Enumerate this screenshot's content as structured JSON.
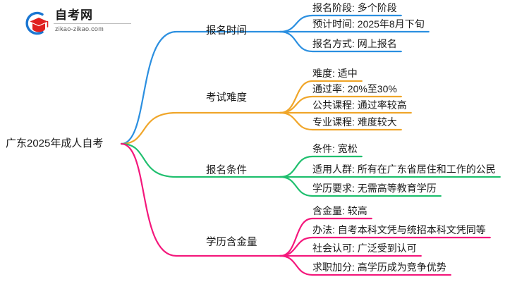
{
  "logo": {
    "name": "自考网",
    "url": "zikao-zikao.com",
    "mark_arc_color": "#1a76d2",
    "mark_cap_color": "#e02020"
  },
  "mindmap": {
    "type": "mindmap",
    "root": {
      "label": "广东2025年成人自考"
    },
    "branches": [
      {
        "label": "报名时间",
        "color": "#2b8fe0",
        "children": [
          {
            "label": "报名阶段: 多个阶段"
          },
          {
            "label": "预计时间: 2025年8月下旬"
          },
          {
            "label": "报名方式: 网上报名"
          }
        ]
      },
      {
        "label": "考试难度",
        "color": "#f0a62a",
        "children": [
          {
            "label": "难度: 适中"
          },
          {
            "label": "通过率: 20%至30%"
          },
          {
            "label": "公共课程: 通过率较高"
          },
          {
            "label": "专业课程: 难度较大"
          }
        ]
      },
      {
        "label": "报名条件",
        "color": "#1fbf6e",
        "children": [
          {
            "label": "条件: 宽松"
          },
          {
            "label": "适用人群: 所有在广东省居住和工作的公民"
          },
          {
            "label": "学历要求: 无需高等教育学历"
          }
        ]
      },
      {
        "label": "学历含金量",
        "color": "#f4187c",
        "children": [
          {
            "label": "含金量: 较高"
          },
          {
            "label": "办法: 自考本科文凭与统招本科文凭同等"
          },
          {
            "label": "社会认可: 广泛受到认可"
          },
          {
            "label": "求职加分: 高学历成为竞争优势"
          }
        ]
      }
    ]
  }
}
